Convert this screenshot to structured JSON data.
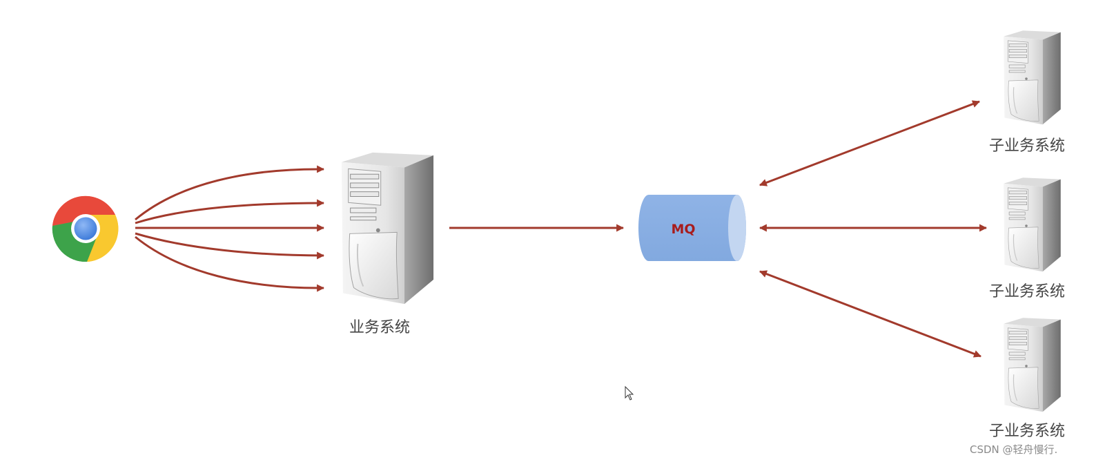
{
  "diagram": {
    "main_system_label": "业务系统",
    "queue_label": "MQ",
    "subsystems": [
      {
        "label": "子业务系统"
      },
      {
        "label": "子业务系统"
      },
      {
        "label": "子业务系统"
      }
    ],
    "watermark": "CSDN @轻舟慢行.",
    "colors": {
      "arrow": "#a23a2c",
      "queue_fill": "#8db2e3",
      "queue_end": "#c3d6f1",
      "queue_text": "#a81c1c",
      "label_text": "#444444"
    },
    "icons": {
      "client": "chrome-browser-icon",
      "server": "tower-server-icon",
      "cursor": "mouse-pointer-icon"
    }
  }
}
